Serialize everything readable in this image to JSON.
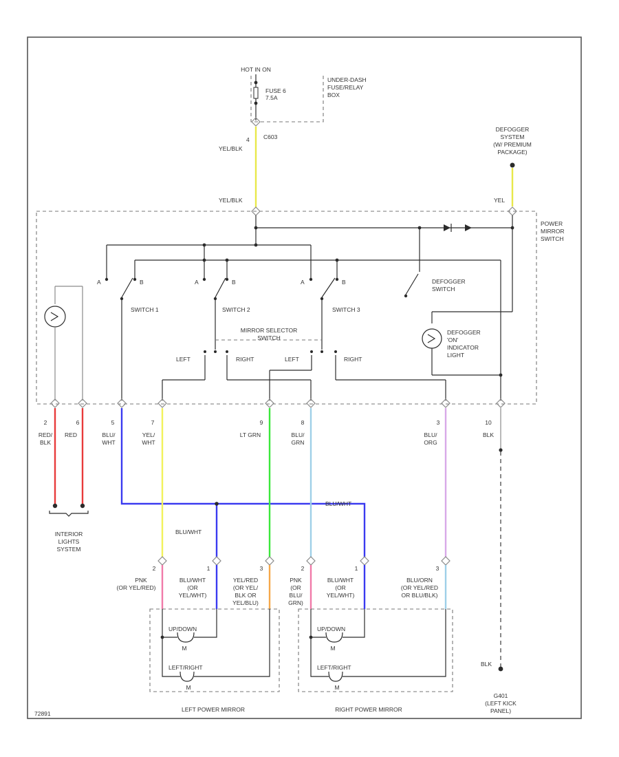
{
  "labels": {
    "hot_in_on": "HOT IN ON",
    "fuse": "FUSE 6",
    "fuse_amps": "7.5A",
    "fuse_box_1": "UNDER-DASH",
    "fuse_box_2": "FUSE/RELAY",
    "fuse_box_3": "BOX",
    "conn_c603": "C603",
    "pin_top": "4",
    "yel_blk_1": "YEL/BLK",
    "yel_blk_2": "YEL/BLK",
    "defogger_sys_1": "DEFOGGER",
    "defogger_sys_2": "SYSTEM",
    "defogger_sys_3": "(W/ PREMIUM",
    "defogger_sys_4": "PACKAGE)",
    "yel": "YEL",
    "power_mirror_1": "POWER",
    "power_mirror_2": "MIRROR",
    "power_mirror_3": "SWITCH",
    "switch1": "SWITCH 1",
    "switch2": "SWITCH 2",
    "switch3": "SWITCH 3",
    "defogger_switch_1": "DEFOGGER",
    "defogger_switch_2": "SWITCH",
    "defogger_ind_1": "DEFOGGER",
    "defogger_ind_2": "'ON'",
    "defogger_ind_3": "INDICATOR",
    "defogger_ind_4": "LIGHT",
    "mirror_selector_1": "MIRROR SELECTOR",
    "mirror_selector_2": "SWITCH",
    "left_1": "LEFT",
    "right_1": "RIGHT",
    "left_2": "LEFT",
    "right_2": "RIGHT",
    "sw_a1": "A",
    "sw_b1": "B",
    "sw_a2": "A",
    "sw_b2": "B",
    "sw_a3": "A",
    "sw_b3": "B",
    "pin_2": "2",
    "pin_6": "6",
    "pin_5": "5",
    "pin_7": "7",
    "pin_9": "9",
    "pin_8": "8",
    "pin_3": "3",
    "pin_10": "10",
    "w_red_blk_1": "RED/",
    "w_red_blk_2": "BLK",
    "w_red": "RED",
    "w_blu_wht_1": "BLU/",
    "w_blu_wht_2": "WHT",
    "w_yel_wht_1": "YEL/",
    "w_yel_wht_2": "WHT",
    "w_lt_grn": "LT GRN",
    "w_blu_grn_1": "BLU/",
    "w_blu_grn_2": "GRN",
    "w_blu_org_1": "BLU/",
    "w_blu_org_2": "ORG",
    "w_blk": "BLK",
    "blu_wht_a": "BLU/WHT",
    "blu_wht_b": "BLU/WHT",
    "interior_1": "INTERIOR",
    "interior_2": "LIGHTS",
    "interior_3": "SYSTEM",
    "lm_pin_2": "2",
    "lm_pin_1": "1",
    "lm_pin_3": "3",
    "rm_pin_2": "2",
    "rm_pin_1": "1",
    "rm_pin_3": "3",
    "lm_pnk_1": "PNK",
    "lm_pnk_2": "(OR YEL/RED)",
    "lm_bw_1": "BLU/WHT",
    "lm_bw_2": "(OR",
    "lm_bw_3": "YEL/WHT)",
    "lm_yr_1": "YEL/RED",
    "lm_yr_2": "(OR YEL/",
    "lm_yr_3": "BLK OR",
    "lm_yr_4": "YEL/BLU)",
    "rm_pnk_1": "PNK",
    "rm_pnk_2": "(OR",
    "rm_pnk_3": "BLU/",
    "rm_pnk_4": "GRN)",
    "rm_bw_1": "BLU/WHT",
    "rm_bw_2": "(OR",
    "rm_bw_3": "YEL/WHT)",
    "rm_bo_1": "BLU/ORN",
    "rm_bo_2": "(OR YEL/RED",
    "rm_bo_3": "OR BLU/BLK)",
    "updown_l": "UP/DOWN",
    "leftright_l": "LEFT/RIGHT",
    "updown_r": "UP/DOWN",
    "leftright_r": "LEFT/RIGHT",
    "motor_m1": "M",
    "motor_m2": "M",
    "motor_m3": "M",
    "motor_m4": "M",
    "left_power_mirror": "LEFT POWER MIRROR",
    "right_power_mirror": "RIGHT POWER MIRROR",
    "ground_blk": "BLK",
    "g401_1": "G401",
    "g401_2": "(LEFT KICK",
    "g401_3": "PANEL)",
    "footer_code": "72891"
  },
  "wire_colors": {
    "yellow": "#e8e84a",
    "red": "#e83a3a",
    "blue": "#3a3af0",
    "yellow_wire": "#f2f25a",
    "green": "#3ae83a",
    "light_blue": "#9ecfe8",
    "lilac": "#d8a8e8",
    "pink": "#f07aa8",
    "orange": "#f5a84a",
    "gray": "#9a9a9a"
  }
}
